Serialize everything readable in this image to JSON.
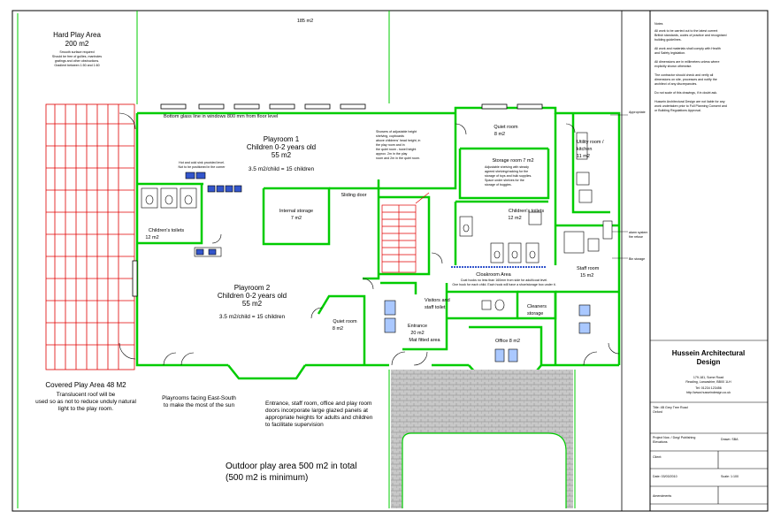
{
  "top_area_label": "185 m2",
  "hard_play": {
    "title": "Hard Play Area",
    "area": "200 m2",
    "notes": [
      "Smooth surface required",
      "Should be free of gullies, manholes",
      "gratings and other obstructions.",
      "Gradient between 1:50 and 1:60"
    ]
  },
  "window_note": "Bottom glass line in windows 800 mm from floor level",
  "playroom1": {
    "name": "Playroom 1",
    "ages": "Children 0-2 years old",
    "area": "55 m2",
    "ratio": "3.5 m2/child = 15 children"
  },
  "playroom2": {
    "name": "Playroom 2",
    "ages": "Children 0-2 years old",
    "area": "55 m2",
    "ratio": "3.5 m2/child = 15 children"
  },
  "hot_cold_note": [
    "Hot and cold sink provided level.",
    "Not to be positioned in the corner"
  ],
  "storage_note": [
    "Showers of adjustable height",
    "shelving, cupboards",
    "above childrens' head height, in",
    "the play room and in",
    "the quiet room - towel height",
    "approx. 2m in the play",
    "room and 2m in the quiet room."
  ],
  "internal_storage": {
    "name": "Internal storage",
    "area": "7 m2"
  },
  "sliding_door": "Sliding door",
  "children_toilets_left": {
    "name": "Children's toilets",
    "area": "12 m2"
  },
  "children_toilets_right": {
    "name": "Children's toilets",
    "area": "12 m2"
  },
  "quiet_room_top": {
    "name": "Quiet room",
    "area": "8 m2"
  },
  "quiet_room_bottom": {
    "name": "Quiet room",
    "area": "8 m2"
  },
  "storage_room": {
    "name": "Storage room 7 m2",
    "notes": [
      "Adjustable shelving with steady",
      "agreed shelving/racking for the",
      "storage of toys and bulk supplies.",
      "Space under shelves for the",
      "storage of buggies."
    ]
  },
  "utility": {
    "name": "Utility room /",
    "name2": "kitchen",
    "area": "11 m2"
  },
  "cloakroom": {
    "name": "Cloakroom Area",
    "notes": [
      "Coat hooks no less than 160mm from side for adult/coat level.",
      "One hook for each child. Each hook will have a shoe/storage box under it."
    ]
  },
  "staff_room": {
    "name": "Staff room",
    "area": "15 m2"
  },
  "visitors_toilet": {
    "name": "Visitors and",
    "name2": "staff toilet"
  },
  "cleaners": {
    "name": "Cleaners",
    "name2": "storage"
  },
  "entrance": {
    "name": "Entrance",
    "area": "20 m2",
    "extra": "Mat fitted area"
  },
  "office": {
    "name": "Office 8 m2"
  },
  "covered_play": {
    "title": "Covered Play Area 48 M2",
    "notes": [
      "Translucent roof will be",
      "used so as not to reduce unduly natural",
      "light to the play room."
    ]
  },
  "east_south": [
    "Playrooms facing East-South",
    "to make the most of the sun"
  ],
  "entrance_note": [
    "Entrance, staff room, office and play room",
    "doors incorporate large glazed panels at",
    "appropriate heights for adults and children",
    "to facilitate supervision"
  ],
  "outdoor": {
    "line1": "Outdoor play area 500 m2 in total",
    "line2": "(500 m2 is minimum)"
  },
  "side_notes": [
    "Appropriate",
    "alarm system",
    "fire refuse",
    "Bin storage"
  ],
  "notes_panel": {
    "heading": "Notes",
    "paragraphs": [
      [
        "All work to be carried out to the latest current",
        "British standards, codes of practice and recognised",
        "building guidelines."
      ],
      [
        "All work and materials shall comply with Health",
        "and Safety legislation."
      ],
      [
        "All dimensions are in millimeters unless where",
        "explicitly shown otherwise."
      ],
      [
        "The contractor should check and verify all",
        "dimensions on site, processes and notify the",
        "architect of any discrepancies."
      ],
      [
        "Do not scale of this drawings, if in doubt ask."
      ],
      [
        "Hussein Architectural Design are not liable for any",
        "work undertaken prior to Full Planning Consent and",
        "or Building Regulations Approval."
      ]
    ]
  },
  "company": {
    "name_line1": "Hussein Architectural",
    "name_line2": "Design",
    "address": [
      "179-181, Some Road",
      "Reading, Lancashire, BB00 1LH",
      "Tel: 01234 123456",
      "http://www.husseindesign.co.uk"
    ]
  },
  "title_block": {
    "title": "Title: 4B Grey Tree Road",
    "title2": "Oxford",
    "project_label": "Project Nos: / Dwg/ Publishing",
    "project_value": "Elevations",
    "drawn_label": "Drawn: SBA",
    "client_label": "Client:",
    "date_label": "Date: 03/03/2010",
    "scale_label": "Scale: 1:100",
    "amend_label": "Amendments"
  },
  "colors": {
    "wall": "#00cc00",
    "line": "#000000",
    "red": "#e00000",
    "paving": "#bdbdbd"
  }
}
